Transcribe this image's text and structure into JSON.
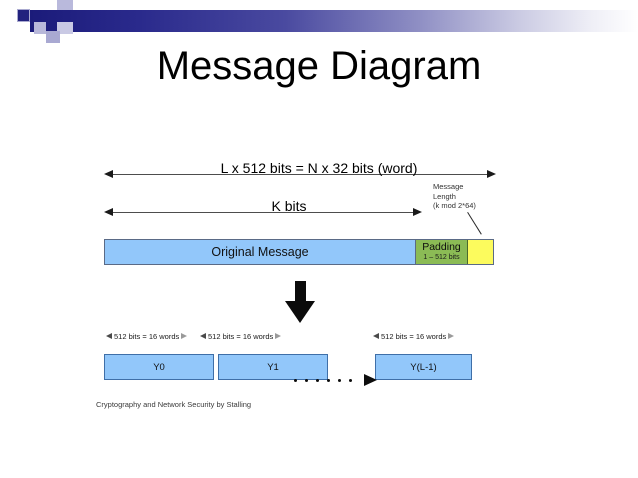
{
  "slide": {
    "title": "Message Diagram",
    "credit": "Cryptography and Network Security by Stalling"
  },
  "decoration": {
    "band_start_color": "#1b1b7a",
    "band_end_color": "#ffffff",
    "square_color": "#22227e"
  },
  "diagram": {
    "measures": {
      "total_label": "L x 512 bits = N x 32 bits (word)",
      "k_label": "K bits"
    },
    "annotations": {
      "message_length_line1": "Message",
      "message_length_line2": "Length",
      "message_length_line3": "(k mod 2*64)"
    },
    "message_bar": {
      "original_label": "Original Message",
      "original_color": "#92c7fa",
      "padding_label": "Padding",
      "padding_sub_label": "1 – 512 bits",
      "padding_color": "#8bbb55",
      "message_length_color": "#fcfb5d"
    },
    "block_ticks": [
      "512 bits = 16 words",
      "512 bits = 16 words",
      "512 bits = 16 words"
    ],
    "blocks": [
      {
        "label": "Y0"
      },
      {
        "label": "Y1"
      },
      {
        "label": "Y(L-1)"
      }
    ],
    "block_color": "#92c7fa"
  }
}
